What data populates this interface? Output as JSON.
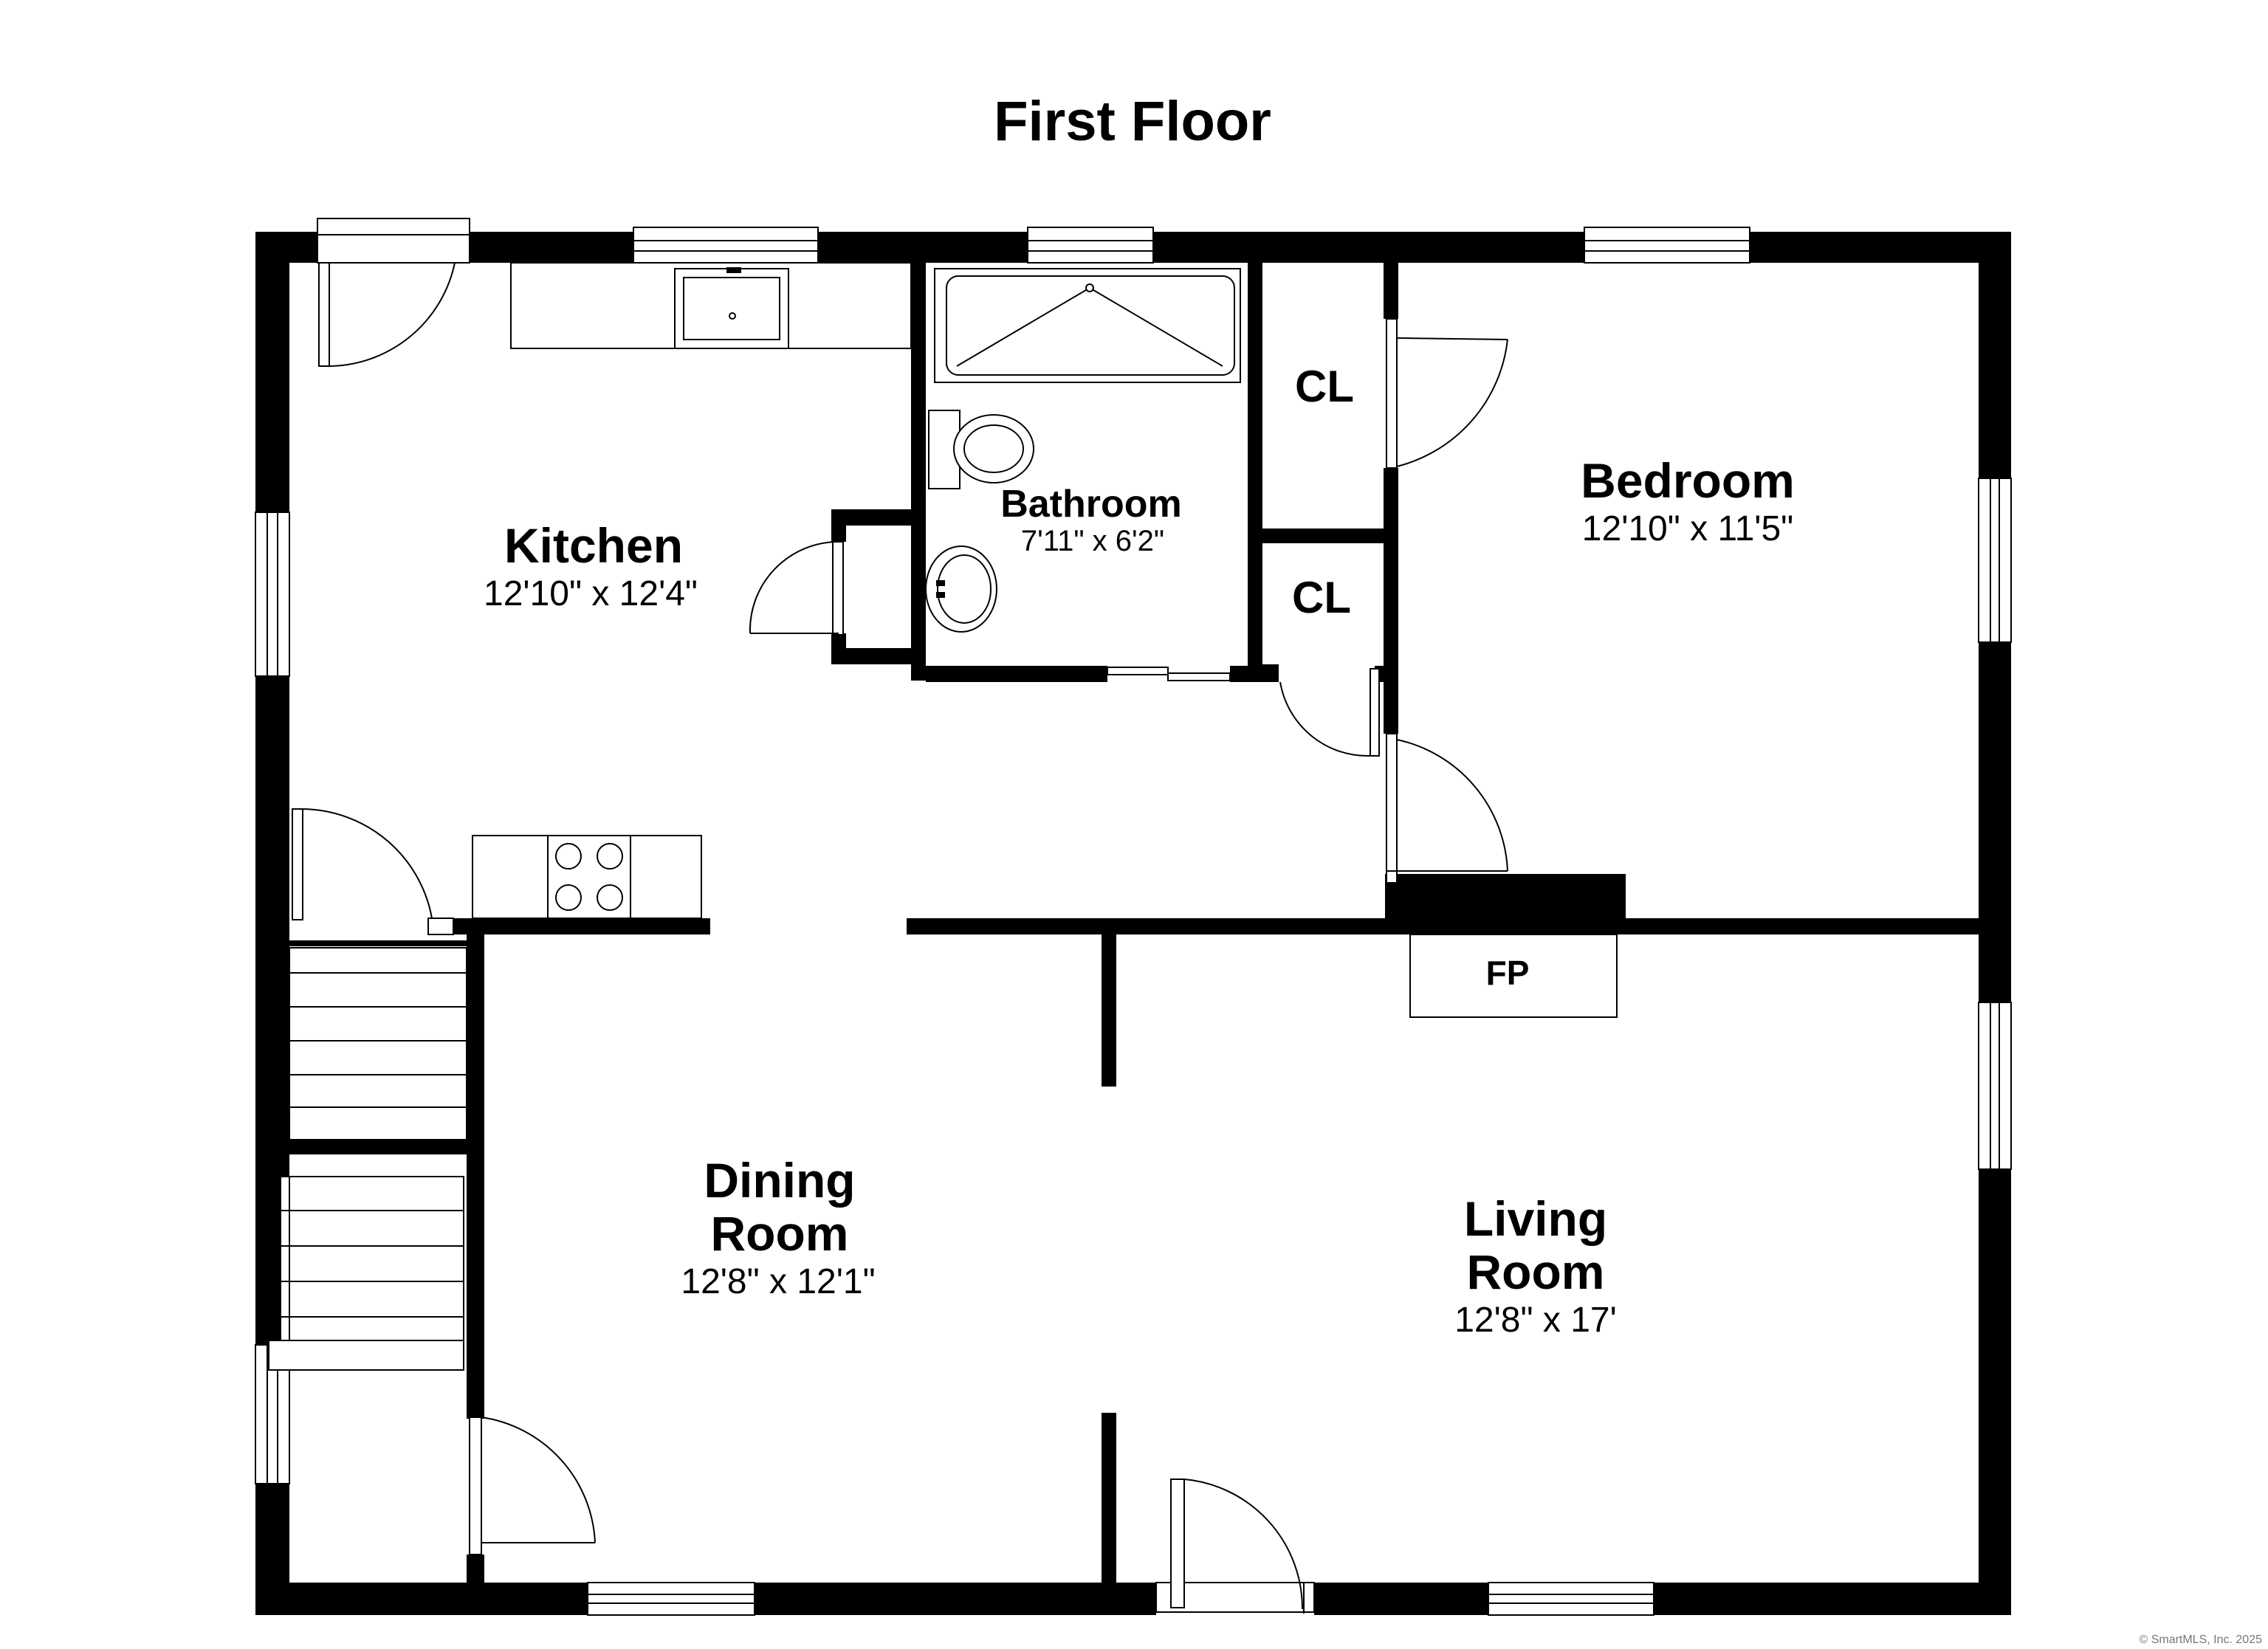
{
  "title": "First Floor",
  "rooms": {
    "kitchen": {
      "name": "Kitchen",
      "dims": "12'10\" x 12'4\""
    },
    "bathroom": {
      "name": "Bathroom",
      "dims": "7'11\" x 6'2\""
    },
    "bedroom": {
      "name": "Bedroom",
      "dims": "12'10\" x 11'5\""
    },
    "dining": {
      "name_line1": "Dining",
      "name_line2": "Room",
      "dims": "12'8\" x 12'1\""
    },
    "living": {
      "name_line1": "Living",
      "name_line2": "Room",
      "dims": "12'8\" x 17'"
    }
  },
  "closets": {
    "upper": "CL",
    "lower": "CL"
  },
  "fireplace": "FP",
  "copyright": "© SmartMLS, Inc. 2025"
}
